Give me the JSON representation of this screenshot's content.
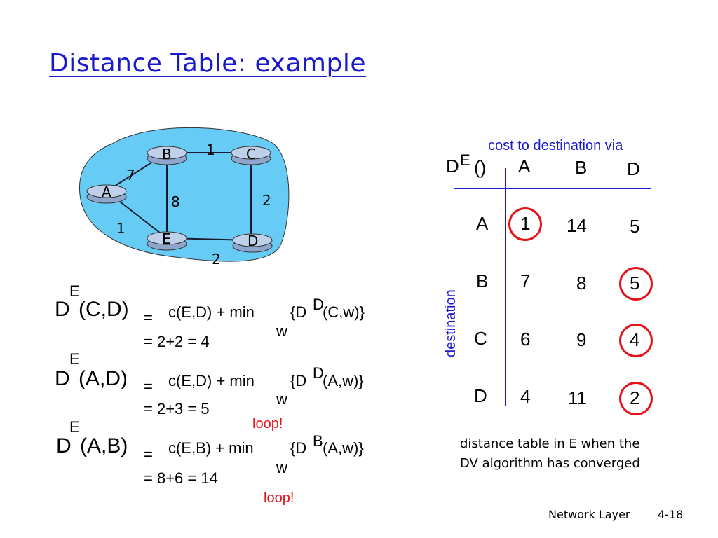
{
  "title": "Distance Table: example",
  "graph": {
    "nodes": [
      "A",
      "B",
      "C",
      "D",
      "E"
    ],
    "edges": [
      {
        "from": "B",
        "to": "C",
        "cost": "1"
      },
      {
        "from": "A",
        "to": "B",
        "cost": "7"
      },
      {
        "from": "B",
        "to": "E",
        "cost": "8"
      },
      {
        "from": "C",
        "to": "D",
        "cost": "2"
      },
      {
        "from": "A",
        "to": "E",
        "cost": "1"
      },
      {
        "from": "E",
        "to": "D",
        "cost": "2"
      }
    ],
    "colors": {
      "cloud": "#66ccf5",
      "router": "#bfd0ea",
      "edge": "#1a1a33"
    }
  },
  "equations": [
    {
      "sup": "E",
      "lhs_d": "D",
      "lhs_args": "(C,D)",
      "eq": "=",
      "rhs_a": "c(E,D) + min",
      "rhs_b": "{D",
      "rhs_sup": "D",
      "rhs_c": "(C,w)}",
      "sub": "w",
      "line2": "=  2+2  = 4",
      "note": ""
    },
    {
      "sup": "E",
      "lhs_d": "D",
      "lhs_args": "(A,D)",
      "eq": "=",
      "rhs_a": "c(E,D) + min",
      "rhs_b": "{D",
      "rhs_sup": "D",
      "rhs_c": "(A,w)}",
      "sub": "w",
      "line2": "=  2+3  = 5",
      "note": "loop!"
    },
    {
      "sup": "E",
      "lhs_d": "D",
      "lhs_args": "(A,B)",
      "eq": "=",
      "rhs_a": "c(E,B) + min",
      "rhs_b": "{D",
      "rhs_sup": "B",
      "rhs_c": "(A,w)}",
      "sub": "w",
      "line2": "=  8+6  = 14",
      "note": "loop!"
    }
  ],
  "table": {
    "header_label": "cost to destination via",
    "corner_d": "D",
    "corner_sup": "E",
    "corner_paren": "()",
    "columns": [
      "A",
      "B",
      "D"
    ],
    "row_axis_label": "destination",
    "rows": [
      {
        "label": "A",
        "values": [
          "1",
          "14",
          "5"
        ],
        "circled": 0
      },
      {
        "label": "B",
        "values": [
          "7",
          "8",
          "5"
        ],
        "circled": 2
      },
      {
        "label": "C",
        "values": [
          "6",
          "9",
          "4"
        ],
        "circled": 2
      },
      {
        "label": "D",
        "values": [
          "4",
          "11",
          "2"
        ],
        "circled": 2
      }
    ],
    "caption_line1": "distance table in E when the",
    "caption_line2": "DV algorithm has converged",
    "colors": {
      "accent": "#1a1acc",
      "circle": "#e8121a"
    }
  },
  "footer": {
    "section": "Network Layer",
    "page": "4-18"
  }
}
